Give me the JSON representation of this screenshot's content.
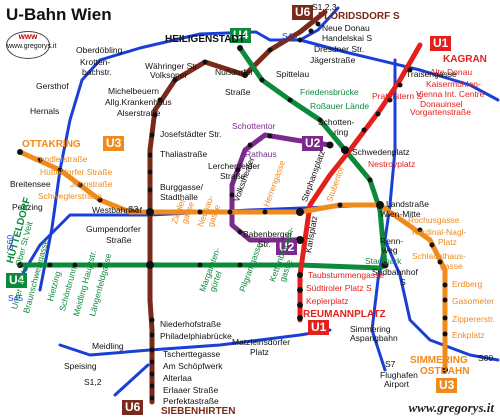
{
  "title": "U-Bahn Wien",
  "logo_text": "www.gregorys.it",
  "credit": "www.gregorys.it",
  "colors": {
    "U1": "#e3201b",
    "U2": "#7b2a8c",
    "U3": "#f08a1c",
    "U4": "#0b8a3a",
    "U6": "#7a2a1a",
    "S": "#1a3fd6",
    "station": "#111111",
    "bg": "#ffffff"
  },
  "lines": [
    "U1",
    "U2",
    "U3",
    "U4",
    "U6"
  ],
  "badges": {
    "u6_top": "U6",
    "u4_top": "U4",
    "u1_top": "U1",
    "u3_left": "U3",
    "u2_mid": "U2",
    "u2_low": "U2",
    "u4_left": "U4",
    "u1_low": "U1",
    "u3_low": "U3",
    "u6_low": "U6"
  },
  "stations": [
    {
      "id": "floridsdorf",
      "label": "FLORIDSDORF S",
      "color": "U6"
    },
    {
      "id": "neue_donau",
      "label": "Neue Donau",
      "color": "station"
    },
    {
      "id": "handelskai",
      "label": "Handelskai S",
      "color": "station"
    },
    {
      "id": "dresdner",
      "label": "Dresdner Str.",
      "color": "station"
    },
    {
      "id": "jaegerstrasse",
      "label": "Jägerstraße",
      "color": "station"
    },
    {
      "id": "spittelau",
      "label": "Spittelau",
      "color": "station"
    },
    {
      "id": "heiligenstadt",
      "label": "HEILIGENSTADT",
      "color": "station"
    },
    {
      "id": "wahringer",
      "label": "Währinger Str.",
      "color": "station"
    },
    {
      "id": "volksoper",
      "label": "Volksoper",
      "color": "station"
    },
    {
      "id": "nussdorfer",
      "label": "Nußdorfer",
      "color": "station"
    },
    {
      "id": "nussdorfer2",
      "label": "Straße",
      "color": "station"
    },
    {
      "id": "michelbeuern",
      "label": "Michelbeuern",
      "color": "station"
    },
    {
      "id": "akh",
      "label": "Allg.Krankenhaus",
      "color": "station"
    },
    {
      "id": "alserstrasse",
      "label": "Alserstraße",
      "color": "station"
    },
    {
      "id": "friedensbruecke",
      "label": "Friedensbrücke",
      "color": "U4"
    },
    {
      "id": "rossauer",
      "label": "Roßauer Lände",
      "color": "U4"
    },
    {
      "id": "schottenring",
      "label": "Schotten-",
      "color": "station"
    },
    {
      "id": "schottenring2",
      "label": "ring",
      "color": "station"
    },
    {
      "id": "schottentor",
      "label": "Schottentor",
      "color": "U2"
    },
    {
      "id": "rathaus",
      "label": "Rathaus",
      "color": "U2"
    },
    {
      "id": "lerchenfelder",
      "label": "Lerchenfelder",
      "color": "station"
    },
    {
      "id": "strasse",
      "label": "Straße",
      "color": "station"
    },
    {
      "id": "josefstaedter",
      "label": "Josefstädter Str.",
      "color": "station"
    },
    {
      "id": "thaliastrasse",
      "label": "Thaliastraße",
      "color": "station"
    },
    {
      "id": "burggasse",
      "label": "Burggasse/",
      "color": "station"
    },
    {
      "id": "stadthalle",
      "label": "Stadthalle",
      "color": "station"
    },
    {
      "id": "ottakring",
      "label": "OTTAKRING",
      "color": "U3"
    },
    {
      "id": "kendler",
      "label": "Kendlerstraße",
      "color": "U3"
    },
    {
      "id": "huetteldorfer",
      "label": "Hütteldorfer Straße",
      "color": "U3"
    },
    {
      "id": "breitensee",
      "label": "Breitensee",
      "color": "station"
    },
    {
      "id": "johnstrasse",
      "label": "Johnstraße",
      "color": "U3"
    },
    {
      "id": "schweglerstr",
      "label": "Schweglerstraße",
      "color": "U3"
    },
    {
      "id": "penzing",
      "label": "Penzing",
      "color": "station"
    },
    {
      "id": "westbahnhof",
      "label": "Westbahnhof",
      "color": "station"
    },
    {
      "id": "s3",
      "label": "S3",
      "color": "station"
    },
    {
      "id": "gumpendorfer",
      "label": "Gumpendorfer",
      "color": "station"
    },
    {
      "id": "gumpendorfer2",
      "label": "Straße",
      "color": "station"
    },
    {
      "id": "ober_st_veit",
      "label": "Ober St.Veit",
      "color": "U4"
    },
    {
      "id": "unter_st_veit",
      "label": "Unter St.Veit",
      "color": "U4"
    },
    {
      "id": "braunschweig",
      "label": "Braunschweiggasse",
      "color": "U4"
    },
    {
      "id": "huetteldorf",
      "label": "HÜTTELDORF",
      "color": "U4"
    },
    {
      "id": "hietzing",
      "label": "Hietzing",
      "color": "U4"
    },
    {
      "id": "schoenbrunn",
      "label": "Schönbrunn",
      "color": "U4"
    },
    {
      "id": "meidling_hpt",
      "label": "Meidling Hauptstr.",
      "color": "U4"
    },
    {
      "id": "laengenfeld",
      "label": "Längenfeldgasse",
      "color": "U4"
    },
    {
      "id": "s60",
      "label": "S60",
      "color": "S"
    },
    {
      "id": "s45_left",
      "label": "S45",
      "color": "S"
    },
    {
      "id": "s45_top",
      "label": "S45",
      "color": "S"
    },
    {
      "id": "oberdoebling",
      "label": "Oberdöbling",
      "color": "station"
    },
    {
      "id": "krottenbach",
      "label": "Krotten-",
      "color": "station"
    },
    {
      "id": "krottenbach2",
      "label": "bachstr.",
      "color": "station"
    },
    {
      "id": "gersthof",
      "label": "Gersthof",
      "color": "station"
    },
    {
      "id": "hernals",
      "label": "Hernals",
      "color": "station"
    },
    {
      "id": "zieglergasse",
      "label": "Ziegler-",
      "color": "U3"
    },
    {
      "id": "zieglergasse2",
      "label": "gasse",
      "color": "U3"
    },
    {
      "id": "neubaugasse",
      "label": "Neubau-",
      "color": "U3"
    },
    {
      "id": "neubaugasse2",
      "label": "gasse",
      "color": "U3"
    },
    {
      "id": "volkstheater",
      "label": "Volkstheater",
      "color": "station"
    },
    {
      "id": "herrengasse",
      "label": "Herrengasse",
      "color": "U3"
    },
    {
      "id": "stephansplatz",
      "label": "Stephansplatz",
      "color": "station"
    },
    {
      "id": "stubentor",
      "label": "Stubentor",
      "color": "U3"
    },
    {
      "id": "babenberger",
      "label": "Babenberger",
      "color": "station"
    },
    {
      "id": "babenberger2",
      "label": "Str.",
      "color": "station"
    },
    {
      "id": "karlsplatz",
      "label": "Karlsplatz",
      "color": "station"
    },
    {
      "id": "schwedenplatz",
      "label": "Schwedenplatz",
      "color": "station"
    },
    {
      "id": "nestroyplatz",
      "label": "Nestroyplatz",
      "color": "U1"
    },
    {
      "id": "praterstern",
      "label": "Praterstern S",
      "color": "U1"
    },
    {
      "id": "vorgarten",
      "label": "Vorgartenstraße",
      "color": "U1"
    },
    {
      "id": "donauinsel",
      "label": "Donauinsel",
      "color": "U1"
    },
    {
      "id": "kaisermuehlen",
      "label": "Kaisermühlen-",
      "color": "U1"
    },
    {
      "id": "vic",
      "label": "Vienna Int. Centre",
      "color": "U1"
    },
    {
      "id": "alte_donau",
      "label": "Alte Donau",
      "color": "U1"
    },
    {
      "id": "kagran",
      "label": "KAGRAN",
      "color": "U1"
    },
    {
      "id": "traisengasse",
      "label": "Traisengasse",
      "color": "station"
    },
    {
      "id": "landstrasse",
      "label": "Landstraße",
      "color": "station"
    },
    {
      "id": "wien_mitte",
      "label": "Wien-Mitte",
      "color": "station"
    },
    {
      "id": "rochusgasse",
      "label": "Rochusgasse",
      "color": "U3"
    },
    {
      "id": "kardinal",
      "label": "Kardinal-Nagl-",
      "color": "U3"
    },
    {
      "id": "kardinal2",
      "label": "Platz",
      "color": "U3"
    },
    {
      "id": "schlachthaus",
      "label": "Schlachthaus-",
      "color": "U3"
    },
    {
      "id": "schlachthaus2",
      "label": "gasse",
      "color": "U3"
    },
    {
      "id": "erdberg",
      "label": "Erdberg",
      "color": "U3"
    },
    {
      "id": "gasometer",
      "label": "Gasometer",
      "color": "U3"
    },
    {
      "id": "zippererstr",
      "label": "Zippererstr.",
      "color": "U3"
    },
    {
      "id": "enkplatz",
      "label": "Enkplatz",
      "color": "U3"
    },
    {
      "id": "simmering",
      "label": "SIMMERING",
      "color": "U3"
    },
    {
      "id": "ostbahn",
      "label": "OSTBAHN",
      "color": "U3"
    },
    {
      "id": "rennweg",
      "label": "Renn-",
      "color": "station"
    },
    {
      "id": "rennweg2",
      "label": "weg",
      "color": "station"
    },
    {
      "id": "stadtpark",
      "label": "Stadtpark",
      "color": "U4"
    },
    {
      "id": "suedbahnhof",
      "label": "Südbahnhof",
      "color": "station"
    },
    {
      "id": "s_label",
      "label": "S",
      "color": "station"
    },
    {
      "id": "taubstummen",
      "label": "Taubstummengasse",
      "color": "U1"
    },
    {
      "id": "suedtiroler",
      "label": "Südtiroler Platz S",
      "color": "U1"
    },
    {
      "id": "keplerplatz",
      "label": "Keplerplatz",
      "color": "U1"
    },
    {
      "id": "reumann",
      "label": "REUMANNPLATZ",
      "color": "U1"
    },
    {
      "id": "kettenbruecken",
      "label": "Kettenbrücken-",
      "color": "U4"
    },
    {
      "id": "kettenbruecken2",
      "label": "gasse",
      "color": "U4"
    },
    {
      "id": "pilgramgasse",
      "label": "Pilgramgasse",
      "color": "U4"
    },
    {
      "id": "margareten",
      "label": "Margareten-",
      "color": "U4"
    },
    {
      "id": "margareten2",
      "label": "gürtel",
      "color": "U4"
    },
    {
      "id": "niederhof",
      "label": "Niederhofstraße",
      "color": "station"
    },
    {
      "id": "philadelphia",
      "label": "Philadelphiabrücke",
      "color": "station"
    },
    {
      "id": "meidling",
      "label": "Meidling",
      "color": "station"
    },
    {
      "id": "tscherttegasse",
      "label": "Tscherttegasse",
      "color": "station"
    },
    {
      "id": "schoepfwerk",
      "label": "Am Schöpfwerk",
      "color": "station"
    },
    {
      "id": "alterlaa",
      "label": "Alterlaa",
      "color": "station"
    },
    {
      "id": "erlaaer",
      "label": "Erlaaer Straße",
      "color": "station"
    },
    {
      "id": "perfekta",
      "label": "Perfektastraße",
      "color": "station"
    },
    {
      "id": "siebenhirten",
      "label": "SIEBENHIRTEN",
      "color": "U6"
    },
    {
      "id": "speising",
      "label": "Speising",
      "color": "station"
    },
    {
      "id": "s12_low",
      "label": "S1,2",
      "color": "station"
    },
    {
      "id": "s123",
      "label": "S1,2,3",
      "color": "station"
    },
    {
      "id": "matzleinsdorfer",
      "label": "Matzleinsdorfer",
      "color": "station"
    },
    {
      "id": "matzleinsdorfer2",
      "label": "Platz",
      "color": "station"
    },
    {
      "id": "simmering_asp",
      "label": "Simmering",
      "color": "station"
    },
    {
      "id": "aspangbahn",
      "label": "Aspangbahn",
      "color": "station"
    },
    {
      "id": "s7",
      "label": "S7",
      "color": "station"
    },
    {
      "id": "flughafen",
      "label": "Flughafen",
      "color": "station"
    },
    {
      "id": "airport",
      "label": "Airport",
      "color": "station"
    },
    {
      "id": "s80",
      "label": "S80",
      "color": "station"
    }
  ]
}
